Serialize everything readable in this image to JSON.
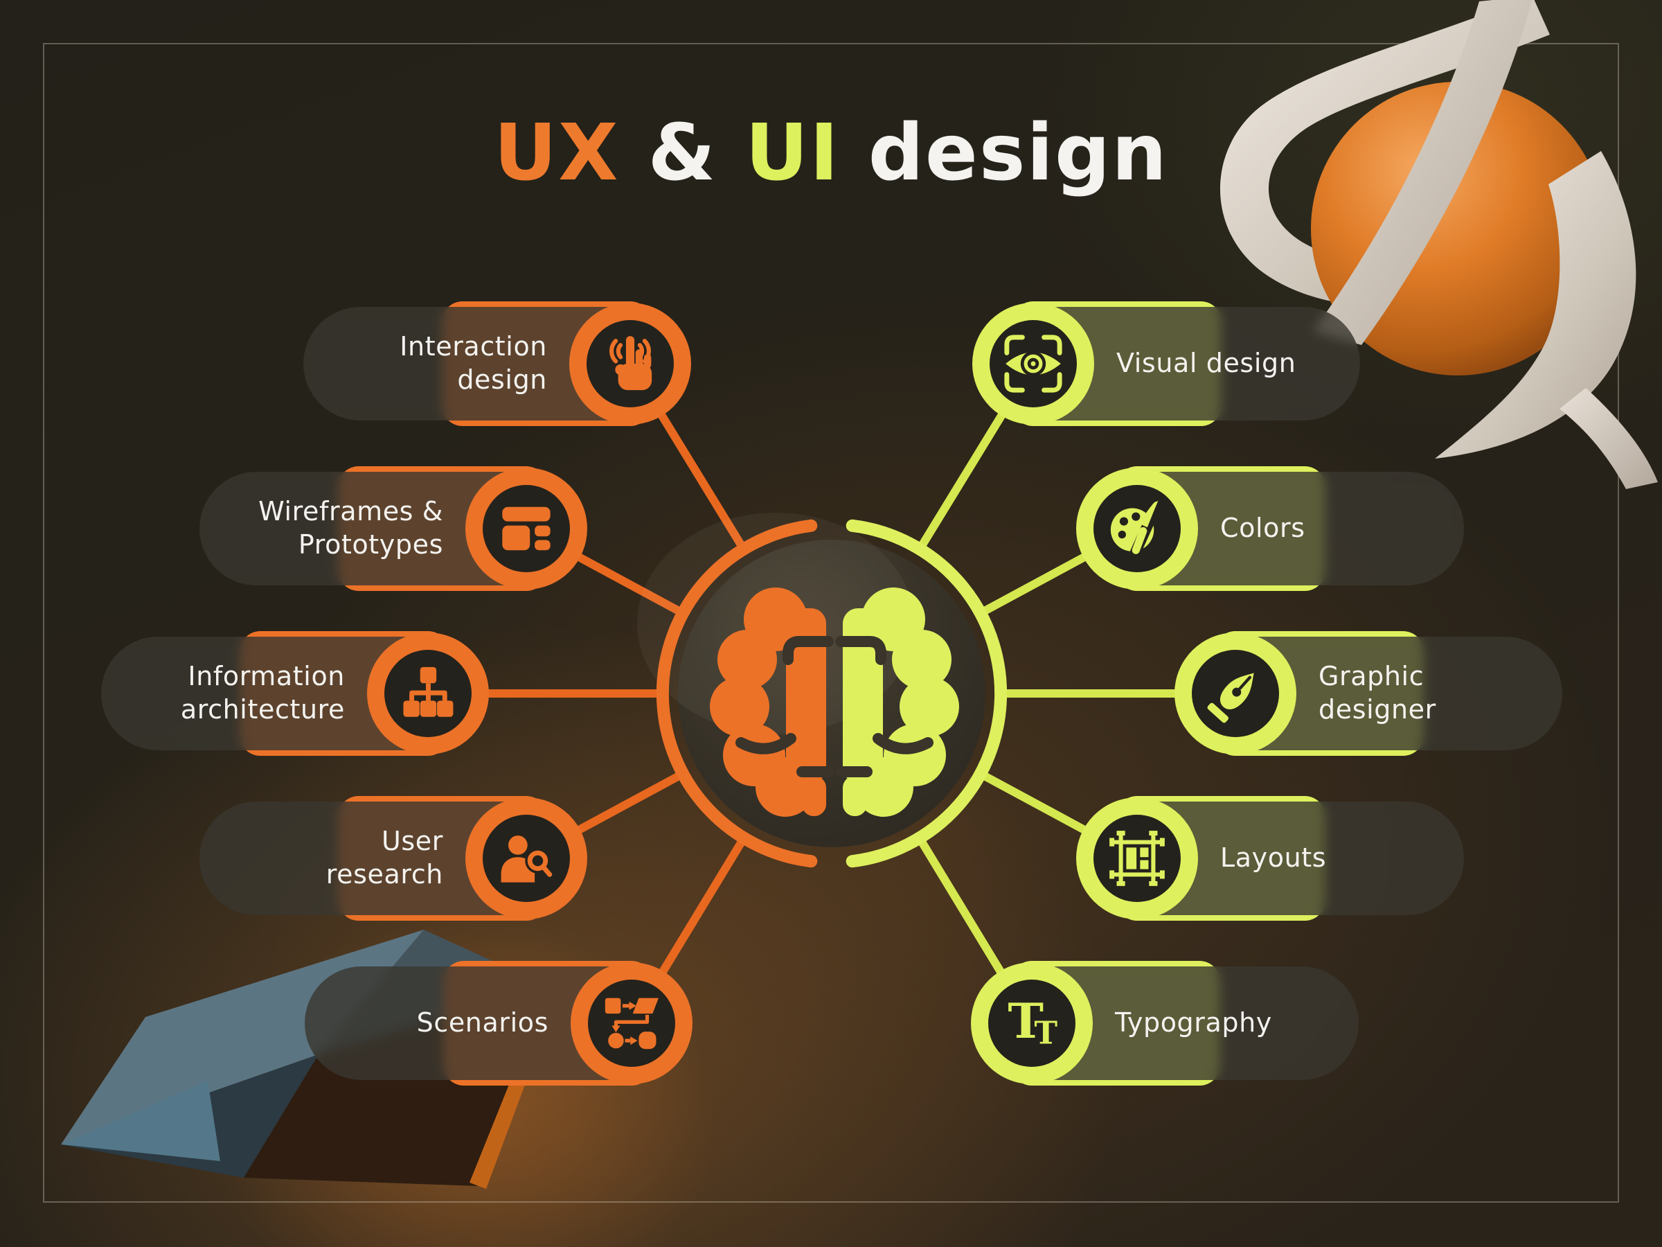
{
  "title": {
    "ux": "UX",
    "ampersand": "&",
    "ui": "UI",
    "design": "design"
  },
  "palette": {
    "orange_accent": "#EC7228",
    "green_accent": "#DEF05E",
    "pill_background": "rgba(58,55,48,0.80)",
    "badge_inner_dark": "#24221C",
    "text_light": "#F4F3F0",
    "background_dark": "#232119",
    "background_warm_glow": "#9C622C"
  },
  "branches": {
    "left": {
      "theme": "UX",
      "accent": "#EC7228",
      "items": [
        {
          "label": "Interaction\ndesign",
          "icon": "tap-gesture-icon"
        },
        {
          "label": "Wireframes &\nPrototypes",
          "icon": "wireframe-blocks-icon"
        },
        {
          "label": "Information\narchitecture",
          "icon": "sitemap-hierarchy-icon"
        },
        {
          "label": "User\nresearch",
          "icon": "user-search-icon"
        },
        {
          "label": "Scenarios",
          "icon": "flowchart-icon"
        }
      ]
    },
    "right": {
      "theme": "UI",
      "accent": "#DEF05E",
      "items": [
        {
          "label": "Visual design",
          "icon": "eye-focus-icon"
        },
        {
          "label": "Colors",
          "icon": "palette-brush-icon"
        },
        {
          "label": "Graphic\ndesigner",
          "icon": "pen-nib-icon"
        },
        {
          "label": "Layouts",
          "icon": "artboard-frame-icon"
        },
        {
          "label": "Typography",
          "icon": "serif-letters-icon"
        }
      ]
    }
  },
  "hub": {
    "icon": "split-brain-icon"
  },
  "typography_glyph": {
    "large": "T",
    "small": "T"
  },
  "decorations": {
    "top_right": "orange-sphere-with-marble-ribbon",
    "bottom_left": "dark-faceted-gem"
  }
}
